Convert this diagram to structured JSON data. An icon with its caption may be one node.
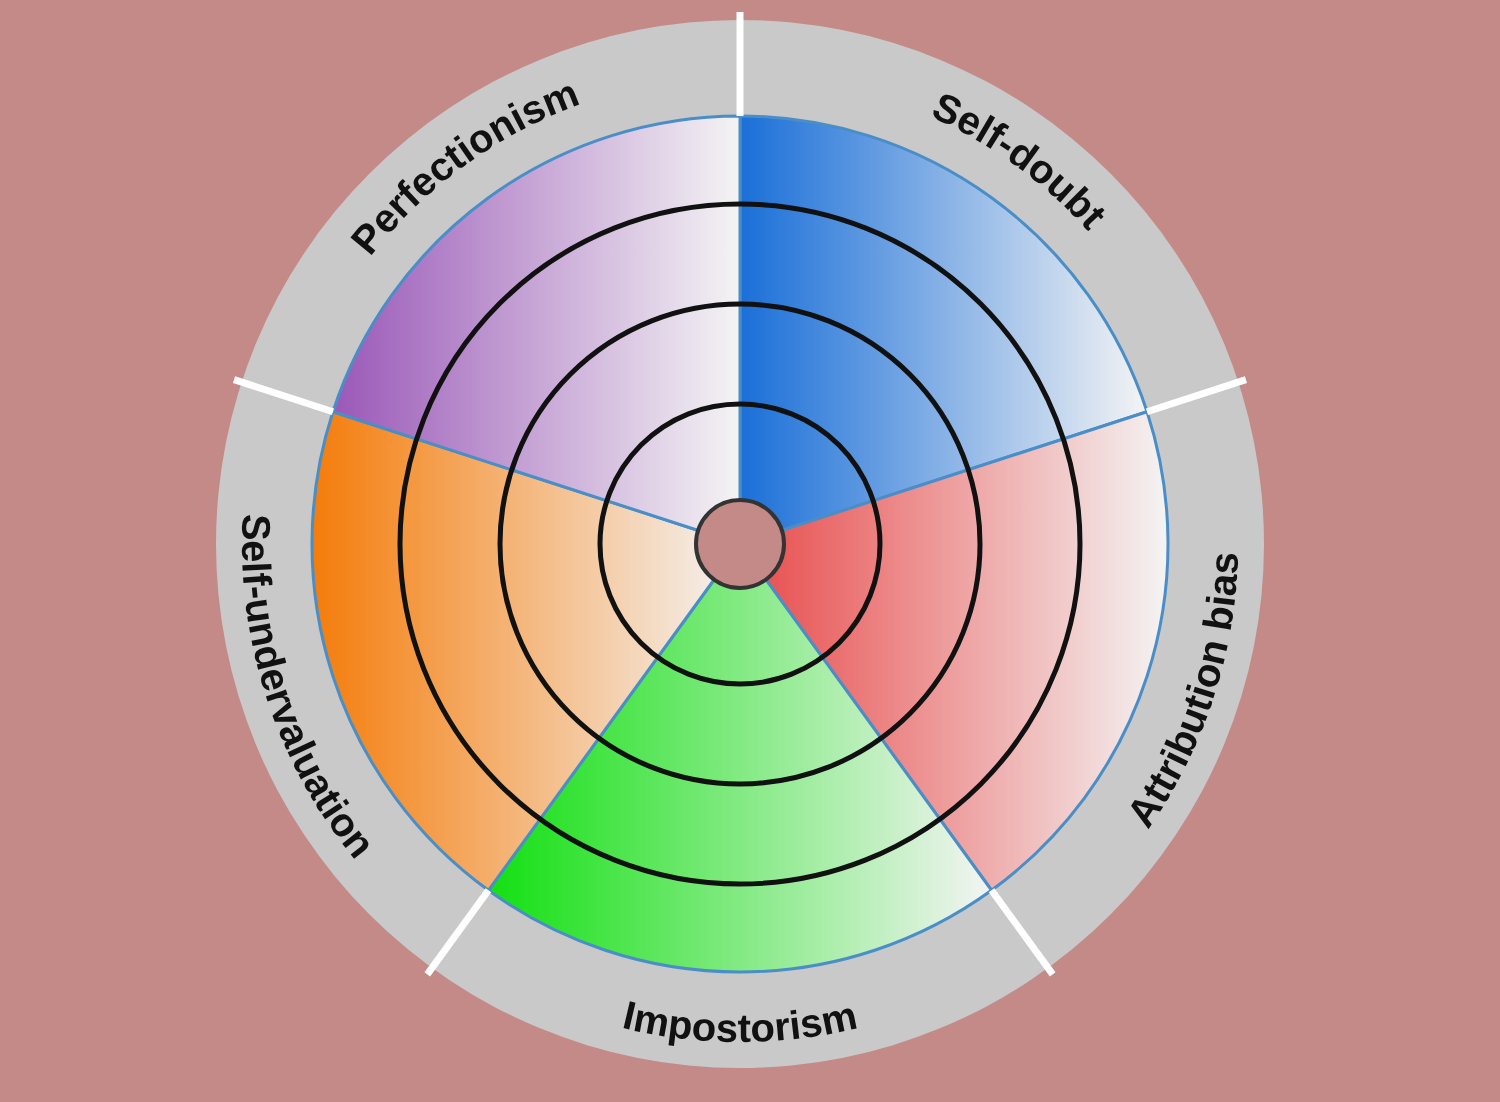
{
  "diagram": {
    "nodes": [
      {
        "text": [
          "Self-doubt"
        ]
      },
      {
        "text": [
          "Attribution bias"
        ]
      },
      {
        "text": [
          "Impostorism"
        ]
      },
      {
        "text": [
          "Self-undervaluation"
        ]
      },
      {
        "text": [
          "Perfectionism"
        ]
      }
    ]
  }
}
